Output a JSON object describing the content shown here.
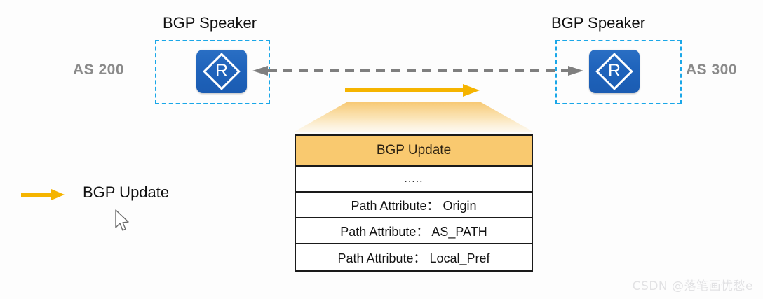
{
  "diagram": {
    "title_left_speaker": "BGP Speaker",
    "title_right_speaker": "BGP Speaker",
    "as_left": "AS 200",
    "as_right": "AS 300",
    "router_glyph": "R",
    "session_arrow_name": "bgp-session-bidirectional-dashed-arrow",
    "update_arrow_name": "bgp-update-direction-arrow"
  },
  "packet": {
    "header": "BGP Update",
    "rows": [
      {
        "text": "....."
      },
      {
        "text": "Path Attribute：  Origin"
      },
      {
        "text": "Path Attribute：  AS_PATH"
      },
      {
        "text": "Path Attribute：  Local_Pref"
      }
    ]
  },
  "legend": {
    "label": "BGP Update"
  },
  "watermark": {
    "text": "CSDN @落笔画忧愁e"
  },
  "colors": {
    "router_blue": "#1f63bb",
    "as_box_cyan": "#1aa7e8",
    "update_orange": "#f5b400",
    "table_header_fill": "#f9c96f",
    "session_gray": "#7f7f7f",
    "as_label_gray": "#8a8a8a"
  }
}
